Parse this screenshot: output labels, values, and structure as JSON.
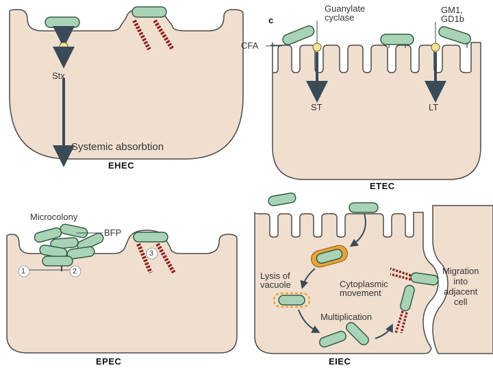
{
  "colors": {
    "cell_fill": "#f0dfcf",
    "cell_stroke": "#4a4a4a",
    "bacterium_fill": "#a9d3b5",
    "bacterium_stroke": "#355a45",
    "arrow": "#3b4a57",
    "receptor": "#f7e39a",
    "pedestal": "#8b2020",
    "vacuole": "#e8a23a"
  },
  "panels": {
    "ehec": {
      "title": "EHEC",
      "toxin": "Stx",
      "note": "Systemic absorbtion"
    },
    "etec": {
      "letter": "c",
      "toxin_left": "ST",
      "toxin_right": "LT",
      "cfa": "CFA",
      "guanylate": "Guanylate\ncyclase",
      "gm1": "GM1,\nGD1b",
      "title": "ETEC"
    },
    "epec": {
      "title": "EPEC",
      "microcolony": "Microcolony",
      "bfp": "BFP",
      "step1": "1",
      "step2": "2",
      "step3": "3"
    },
    "eiec": {
      "title": "EIEC",
      "lysis": "Lysis of\nvacuole",
      "cyto": "Cytoplasmic\nmovement",
      "mult": "Multiplication",
      "migration": "Migration\ninto\nadjacent\ncell"
    }
  }
}
